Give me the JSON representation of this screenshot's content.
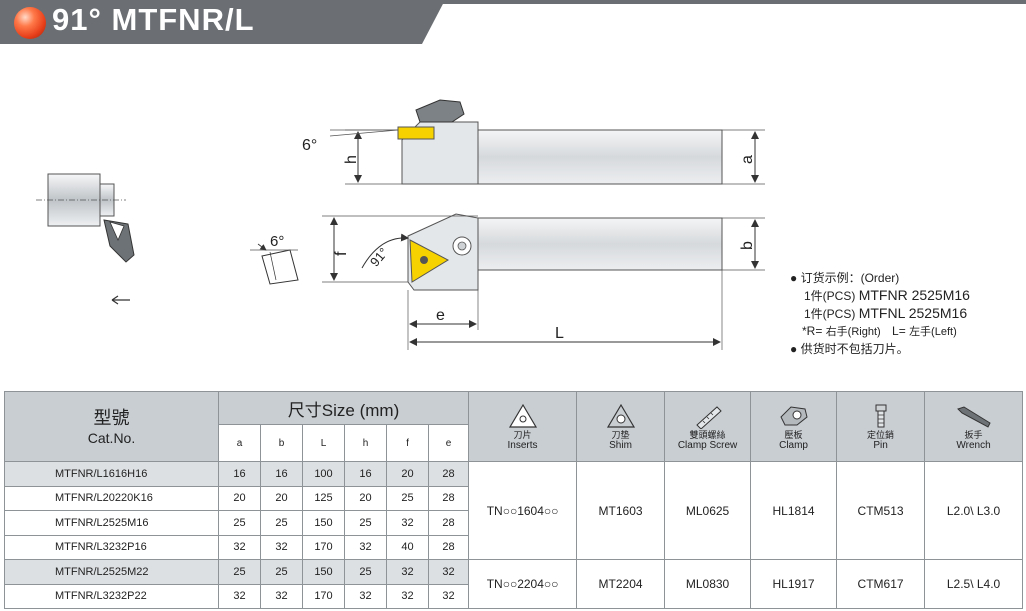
{
  "header": {
    "title": "91° MTFNR/L"
  },
  "drawing": {
    "labels": {
      "angle_top": "6°",
      "h": "h",
      "a": "a",
      "angle_side": "6°",
      "f": "f",
      "angle_lead": "91°",
      "b": "b",
      "e": "e",
      "L": "L"
    }
  },
  "order": {
    "line1": "● 订货示例：(Order)",
    "line2_qty": "1件(PCS)",
    "line2_code": "MTFNR 2525M16",
    "line3_qty": "1件(PCS)",
    "line3_code": "MTFNL 2525M16",
    "line4_r": "*R= ",
    "line4_r_cn": "右手(Right)",
    "line4_l": "L= ",
    "line4_l_cn": "左手(Left)",
    "line5": "● 供货时不包括刀片。"
  },
  "table": {
    "catno_cn": "型號",
    "catno_en": "Cat.No.",
    "size_title": "尺寸Size (mm)",
    "dims": [
      "a",
      "b",
      "L",
      "h",
      "f",
      "e"
    ],
    "parts": [
      {
        "cn": "刀片",
        "en": "Inserts",
        "icon": "insert-icon"
      },
      {
        "cn": "刀垫",
        "en": "Shim",
        "icon": "shim-icon"
      },
      {
        "cn": "雙頭螺絲",
        "en": "Clamp Screw",
        "icon": "clamp-screw-icon"
      },
      {
        "cn": "壓板",
        "en": "Clamp",
        "icon": "clamp-icon"
      },
      {
        "cn": "定位銷",
        "en": "Pin",
        "icon": "pin-icon"
      },
      {
        "cn": "扳手",
        "en": "Wrench",
        "icon": "wrench-icon"
      }
    ],
    "rows": [
      {
        "cat": "MTFNR/L1616H16",
        "a": "16",
        "b": "16",
        "L": "100",
        "h": "16",
        "f": "20",
        "e": "28"
      },
      {
        "cat": "MTFNR/L20220K16",
        "a": "20",
        "b": "20",
        "L": "125",
        "h": "20",
        "f": "25",
        "e": "28"
      },
      {
        "cat": "MTFNR/L2525M16",
        "a": "25",
        "b": "25",
        "L": "150",
        "h": "25",
        "f": "32",
        "e": "28"
      },
      {
        "cat": "MTFNR/L3232P16",
        "a": "32",
        "b": "32",
        "L": "170",
        "h": "32",
        "f": "40",
        "e": "28"
      },
      {
        "cat": "MTFNR/L2525M22",
        "a": "25",
        "b": "25",
        "L": "150",
        "h": "25",
        "f": "32",
        "e": "32"
      },
      {
        "cat": "MTFNR/L3232P22",
        "a": "32",
        "b": "32",
        "L": "170",
        "h": "32",
        "f": "32",
        "e": "32"
      }
    ],
    "groups": [
      {
        "insert": "TN○○1604○○",
        "shim": "MT1603",
        "screw": "ML0625",
        "clamp": "HL1814",
        "pin": "CTM513",
        "wrench": "L2.0\\ L3.0"
      },
      {
        "insert": "TN○○2204○○",
        "shim": "MT2204",
        "screw": "ML0830",
        "clamp": "HL1917",
        "pin": "CTM617",
        "wrench": "L2.5\\ L4.0"
      }
    ]
  },
  "colors": {
    "banner": "#6b6f73",
    "header_fill": "#c9ced3",
    "row_shade": "#dde0e3",
    "insert_yellow": "#f5d200"
  }
}
